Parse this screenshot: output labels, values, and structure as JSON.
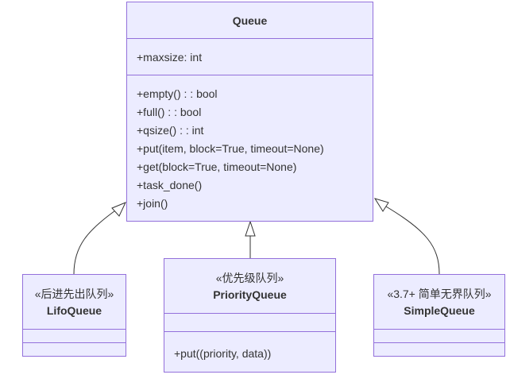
{
  "queue": {
    "name": "Queue",
    "attributes": [
      "+maxsize: int"
    ],
    "methods": [
      "+empty() : : bool",
      "+full() : : bool",
      "+qsize() : : int",
      "+put(item, block=True, timeout=None)",
      "+get(block=True, timeout=None)",
      "+task_done()",
      "+join()"
    ]
  },
  "lifo": {
    "stereotype": "«后进先出队列»",
    "name": "LifoQueue"
  },
  "priority": {
    "stereotype": "«优先级队列»",
    "name": "PriorityQueue",
    "methods": [
      "+put((priority, data))"
    ]
  },
  "simple": {
    "stereotype": "«3.7+ 简单无界队列»",
    "name": "SimpleQueue"
  },
  "colors": {
    "fill": "#ECECFF",
    "border": "#9370DB",
    "edge": "#333333",
    "text": "#333333"
  }
}
